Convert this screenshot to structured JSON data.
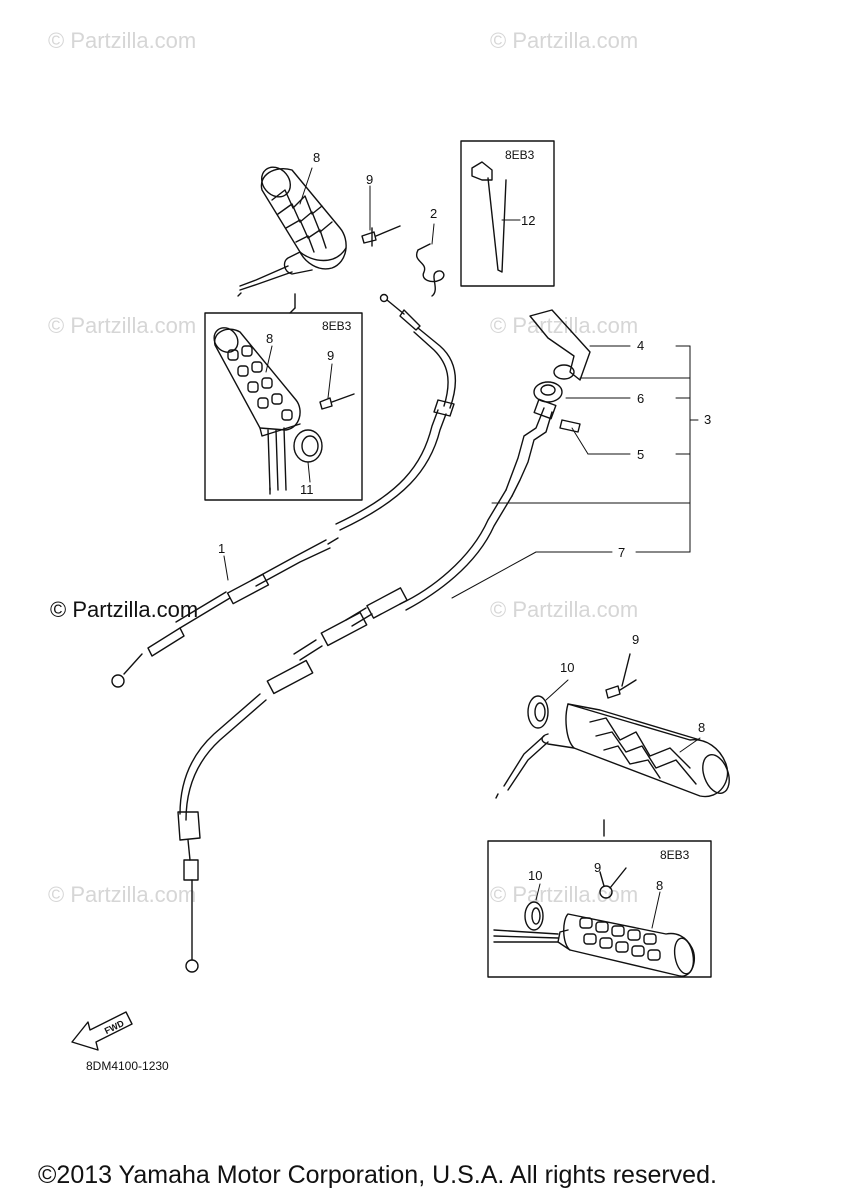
{
  "watermarks": {
    "top_left": "© Partzilla.com",
    "top_right": "© Partzilla.com",
    "mid_left": "© Partzilla.com",
    "mid_right": "© Partzilla.com",
    "center_left": "© Partzilla.com",
    "center_right": "© Partzilla.com",
    "lower_left": "© Partzilla.com",
    "lower_right": "© Partzilla.com"
  },
  "callouts": {
    "n1": "1",
    "n2": "2",
    "n3": "3",
    "n4": "4",
    "n5": "5",
    "n6": "6",
    "n7": "7",
    "n8_top": "8",
    "n9_top": "9",
    "n8_box1": "8",
    "n9_box1": "9",
    "n11_box1": "11",
    "n12": "12",
    "n10_right": "10",
    "n9_right": "9",
    "n8_right": "8",
    "n10_box3": "10",
    "n9_box3": "9",
    "n8_box3": "8"
  },
  "boxes": {
    "box1_label": "8EB3",
    "box2_label": "8EB3",
    "box3_label": "8EB3"
  },
  "fwd_label": "FWD",
  "diagram_id": "8DM4100-1230",
  "copyright": "©2013 Yamaha Motor Corporation, U.S.A. All rights reserved."
}
